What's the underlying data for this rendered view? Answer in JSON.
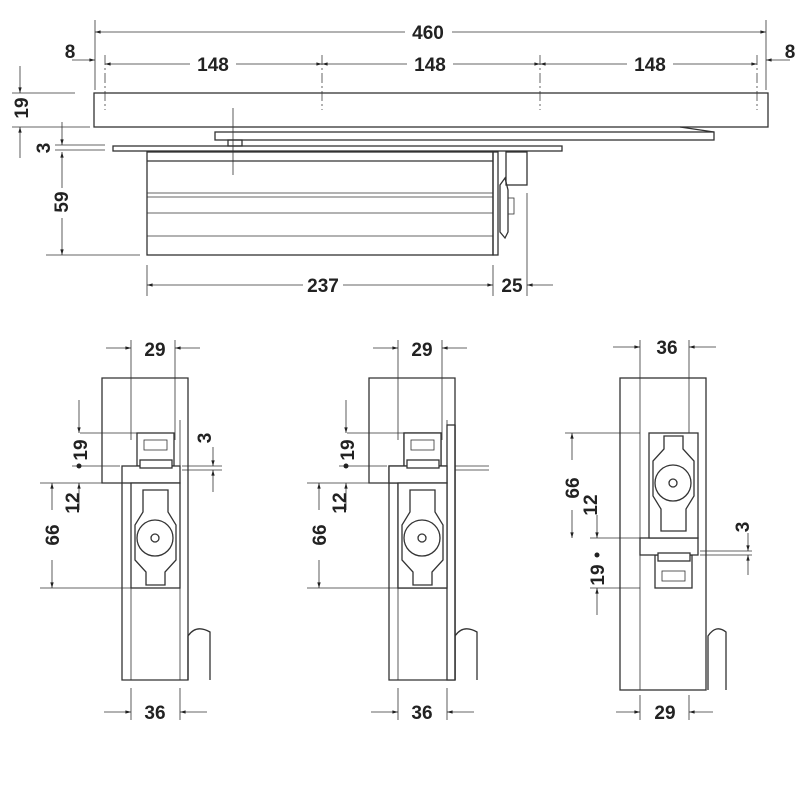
{
  "top_view": {
    "overall_width": "460",
    "left_offset": "8",
    "right_offset": "8",
    "spacing": [
      "148",
      "148",
      "148"
    ],
    "door_thickness": "19",
    "gap": "3",
    "body_height": "59",
    "body_length": "237",
    "bracket_depth": "25"
  },
  "section_views": [
    {
      "top_width": "29",
      "height_19": "19",
      "gap": "3",
      "height_12": "12",
      "height_66": "66",
      "bottom_width": "36"
    },
    {
      "top_width": "29",
      "height_19": "19",
      "height_12": "12",
      "height_66": "66",
      "bottom_width": "36"
    },
    {
      "top_width": "36",
      "height_66": "66",
      "height_12": "12",
      "gap": "3",
      "height_19": "19",
      "bottom_width": "29"
    }
  ]
}
